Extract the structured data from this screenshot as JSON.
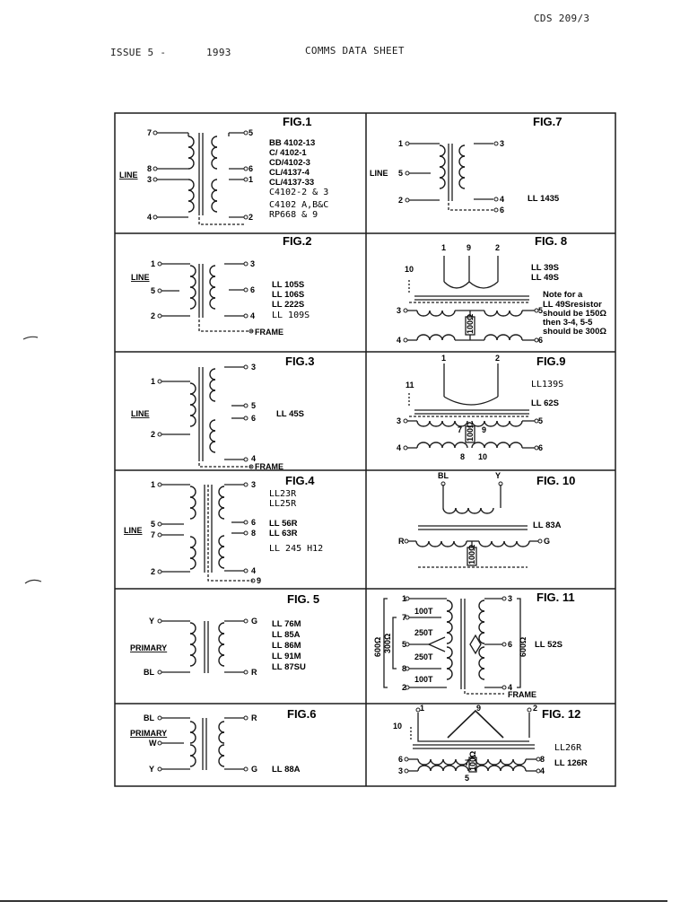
{
  "header": {
    "code": "CDS 209/3",
    "issue": "ISSUE 5 -",
    "year": "1993",
    "title": "COMMS DATA SHEET"
  },
  "figures": [
    {
      "caption": "FIG.1",
      "labels": [
        "BB 4102-13",
        "C/ 4102-1",
        "CD/4102-3",
        "CL/4137-4",
        "CL/4137-33",
        "C4102-2 & 3",
        "C4102 A,B&C",
        "RP668 & 9"
      ]
    },
    {
      "caption": "FIG.7",
      "labels": [
        "LL 1435"
      ]
    },
    {
      "caption": "FIG.2",
      "labels": [
        "LL 105S",
        "LL 106S",
        "LL 222S",
        "LL 109S"
      ]
    },
    {
      "caption": "FIG. 8",
      "labels": [
        "LL 39S",
        "LL 49S",
        "Note for a",
        "LL 49Sresistor",
        "should be 150Ω",
        "then 3-4, 5-5",
        "should be 300Ω"
      ]
    },
    {
      "caption": "FIG.3",
      "labels": [
        "LL 45S"
      ]
    },
    {
      "caption": "FIG.9",
      "labels": [
        "LL139S",
        "LL 62S"
      ]
    },
    {
      "caption": "FIG.4",
      "labels": [
        "LL23R",
        "LL25R",
        "LL 56R",
        "LL 63R",
        "LL 245 H12"
      ]
    },
    {
      "caption": "FIG. 10",
      "labels": [
        "LL 83A"
      ]
    },
    {
      "caption": "FIG. 5",
      "labels": [
        "LL 76M",
        "LL 85A",
        "LL 86M",
        "LL 91M",
        "LL 87SU"
      ]
    },
    {
      "caption": "FIG. 11",
      "labels": [
        "LL 52S"
      ]
    },
    {
      "caption": "FIG.6",
      "labels": [
        "LL 88A"
      ]
    },
    {
      "caption": "FIG. 12",
      "labels": [
        "LL26R",
        "LL 126R"
      ]
    }
  ],
  "terms": {
    "line": "LINE",
    "frame": "FRAME",
    "primary": "PRIMARY",
    "f11_100a": "100T",
    "f11_250a": "250T",
    "f11_250b": "250T",
    "f11_100b": "100T",
    "f11_600l": "600Ω",
    "f11_300l": "300Ω",
    "f11_600r": "600Ω",
    "res": "100Ω"
  }
}
